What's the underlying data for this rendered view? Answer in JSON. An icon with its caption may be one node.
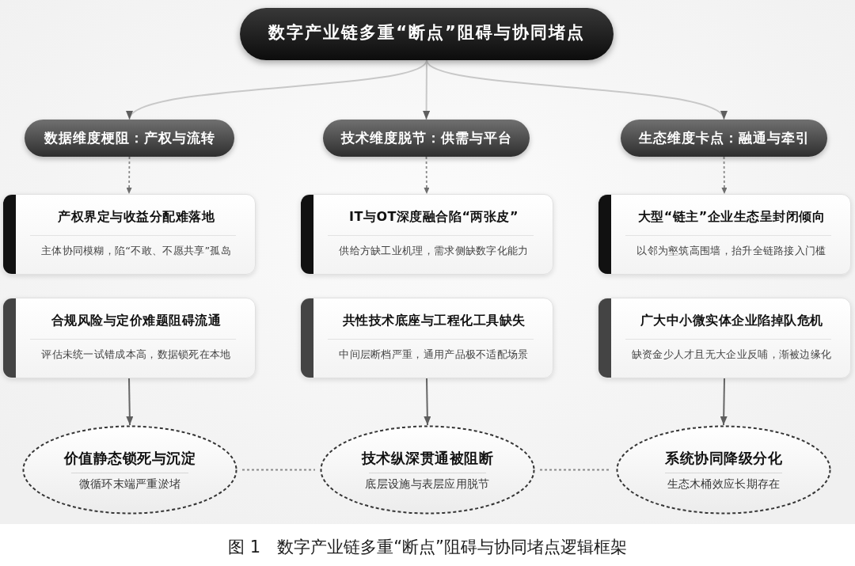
{
  "diagram": {
    "caption": "图 1　数字产业链多重“断点”阻碍与协同堵点逻辑框架",
    "nodes": [
      {
        "text": [
          "数字产业链多重“断点”阻碍与协同堵点"
        ]
      },
      {
        "text": [
          "数据维度梗阻：产权与流转"
        ]
      },
      {
        "text": [
          "技术维度脱节：供需与平台"
        ]
      },
      {
        "text": [
          "生态维度卡点：融通与牵引"
        ]
      },
      {
        "text": [
          "产权界定与收益分配难落地",
          "主体协同模糊，陷“不敢、不愿共享”孤岛"
        ]
      },
      {
        "text": [
          "IT与OT深度融合陷“两张皮”",
          "供给方缺工业机理，需求侧缺数字化能力"
        ]
      },
      {
        "text": [
          "大型“链主”企业生态呈封闭倾向",
          "以邻为壑筑高围墙，抬升全链路接入门槛"
        ]
      },
      {
        "text": [
          "合规风险与定价难题阻碍流通",
          "评估未统一试错成本高，数据锁死在本地"
        ]
      },
      {
        "text": [
          "共性技术底座与工程化工具缺失",
          "中间层断档严重，通用产品极不适配场景"
        ]
      },
      {
        "text": [
          "广大中小微实体企业陷掉队危机",
          "缺资金少人才且无大企业反哺，渐被边缘化"
        ]
      },
      {
        "text": [
          "价值静态锁死与沉淀",
          "微循环末端严重淤堵"
        ]
      },
      {
        "text": [
          "技术纵深贯通被阻断",
          "底层设施与表层应用脱节"
        ]
      },
      {
        "text": [
          "系统协同降级分化",
          "生态木桶效应长期存在"
        ]
      }
    ],
    "edges": [
      {
        "from": 0,
        "to": 1,
        "arrow": "to",
        "color": "#c8c8c8"
      },
      {
        "from": 0,
        "to": 2,
        "arrow": "to",
        "color": "#c8c8c8"
      },
      {
        "from": 0,
        "to": 3,
        "arrow": "to",
        "color": "#c8c8c8"
      },
      {
        "from": 1,
        "to": 4,
        "arrow": "to",
        "style": "dashed"
      },
      {
        "from": 2,
        "to": 5,
        "arrow": "to",
        "style": "dashed"
      },
      {
        "from": 3,
        "to": 6,
        "arrow": "to",
        "style": "dashed"
      },
      {
        "from": 7,
        "to": 10,
        "arrow": "to"
      },
      {
        "from": 8,
        "to": 11,
        "arrow": "to"
      },
      {
        "from": 9,
        "to": 12,
        "arrow": "to"
      },
      {
        "from": 10,
        "to": 11,
        "arrow": "none",
        "style": "dashed"
      },
      {
        "from": 11,
        "to": 12,
        "arrow": "none",
        "style": "dashed"
      }
    ]
  }
}
